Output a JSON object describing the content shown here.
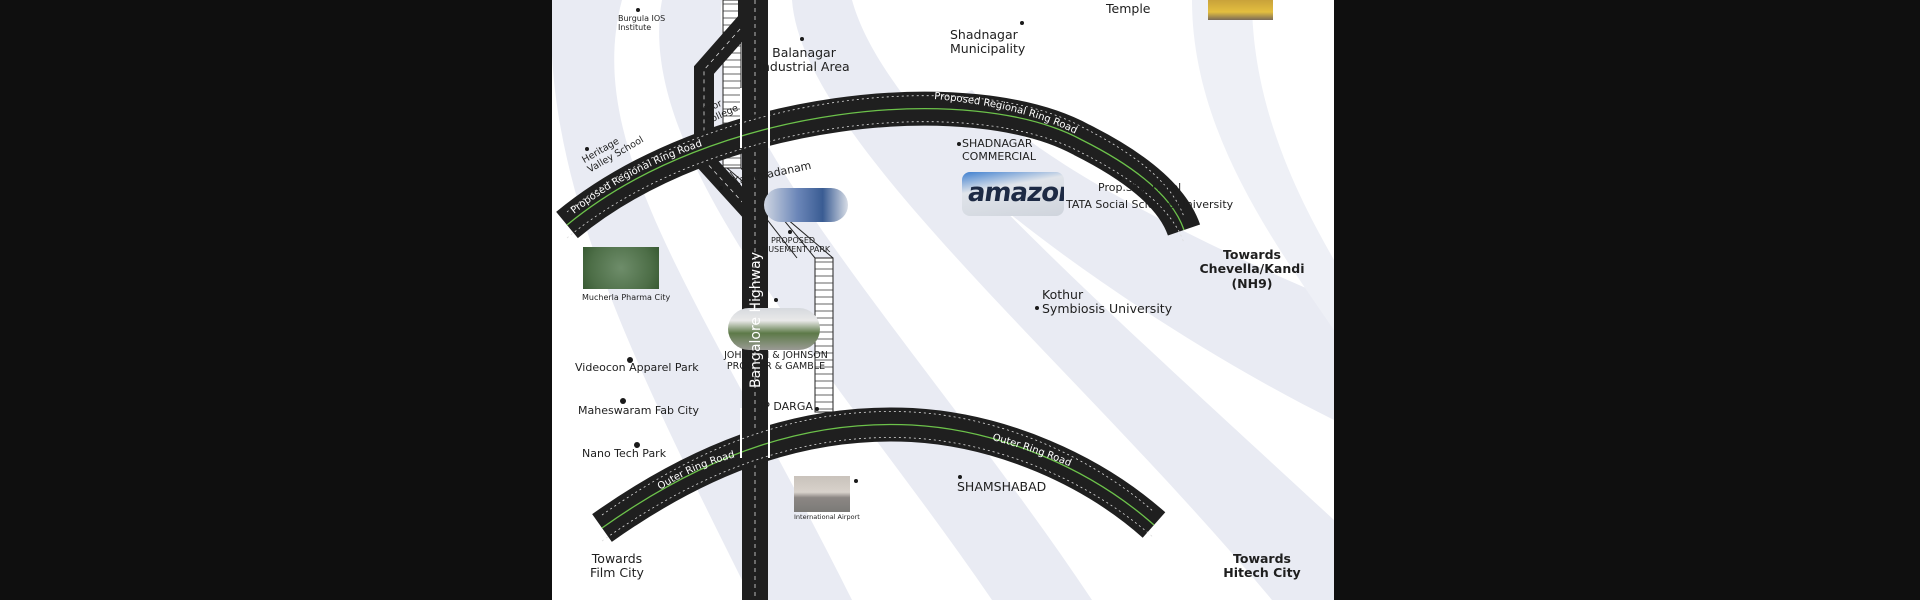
{
  "map": {
    "roads": {
      "highway": "Bangalore Highway",
      "regional_ring_left": "Proposed Regional Ring Road",
      "regional_ring_right": "Proposed Regional Ring Road",
      "outer_ring_left": "Outer Ring Road",
      "outer_ring_right": "Outer Ring Road"
    },
    "directions": {
      "film_city": "Towards\nFilm City",
      "hitech_city": "Towards\nHitech City",
      "chevella": "Towards\nChevella/Kandi\n(NH9)"
    },
    "landmarks": {
      "burgula": "Burgula IOS\nInstitute",
      "balanagar": "Balanagar\nIndustrial Area",
      "temple": "Temple",
      "shadnagar_muni": "Shadnagar\nMunicipality",
      "noor": "Noor\nCollege",
      "heritage": "Heritage\nValley School",
      "kammadanam": "Kammadanam",
      "shadnagar_comm": "SHADNAGAR\nCOMMERCIAL",
      "star_hotel": "Prop.Star Hotel",
      "tata": "TATA Social Science University",
      "amusement": "PROPOSED\nAMUSEMENT PARK",
      "pharma": "Mucherla Pharma City",
      "kothur": "Kothur\nSymbiosis University",
      "jnj": "JOHNSON & JOHNSON\nPROCTER & GAMBLE",
      "videocon": "Videocon Apparel Park",
      "maheswaram": "Maheswaram Fab City",
      "jp_darga": "JP DARGA",
      "nano": "Nano Tech Park",
      "shamshabad": "SHAMSHABAD",
      "airport": "International Airport"
    },
    "thumbnails": {
      "amazon_logo_text": "amazon"
    },
    "colors": {
      "road": "#1f1f1f",
      "road_centerline": "#6cc24a",
      "swoosh": "#e9ebf3",
      "frame": "#0f0f0f"
    }
  }
}
